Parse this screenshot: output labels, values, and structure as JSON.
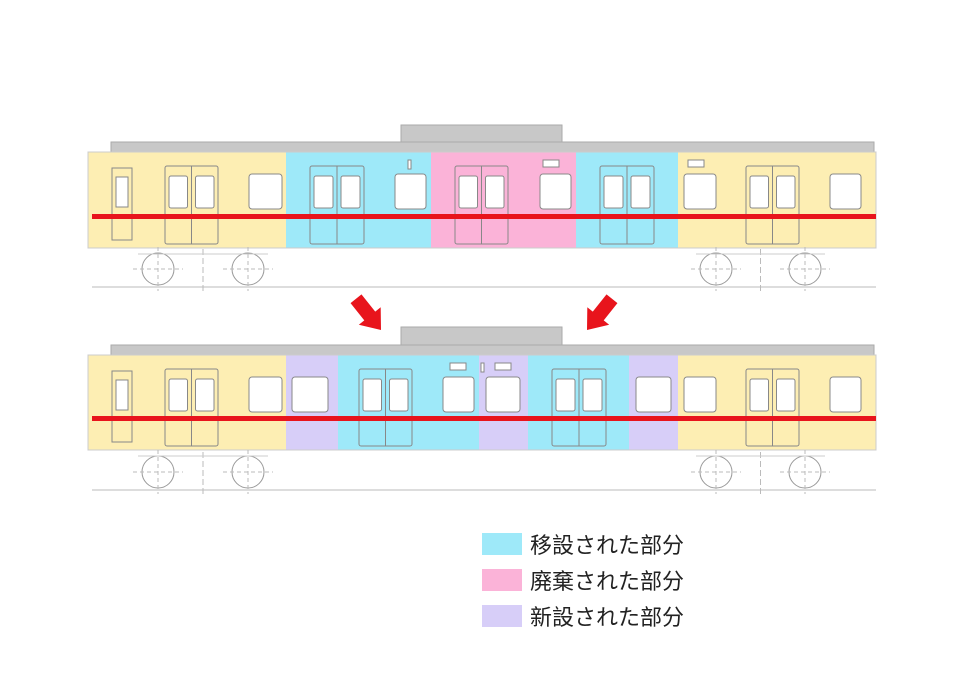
{
  "colors": {
    "cream": "#fdeeb3",
    "moved": "#9ee9f9",
    "removed": "#fbb3d8",
    "new": "#d7cef8",
    "stripe": "#e8141c",
    "arrow": "#e8141c",
    "roof": "#c8c8c8",
    "outline": "#888888"
  },
  "legend": [
    {
      "label": "移設された部分",
      "color": "#9ee9f9"
    },
    {
      "label": "廃棄された部分",
      "color": "#fbb3d8"
    },
    {
      "label": "新設された部分",
      "color": "#d7cef8"
    }
  ],
  "cars": [
    {
      "name": "before",
      "sections": [
        "cream",
        "moved",
        "removed",
        "moved",
        "cream"
      ]
    },
    {
      "name": "after",
      "sections": [
        "cream",
        "new",
        "moved",
        "new",
        "moved",
        "new",
        "cream"
      ]
    }
  ],
  "arrows": [
    {
      "name": "left",
      "direction": "down-right"
    },
    {
      "name": "right",
      "direction": "down-left"
    }
  ]
}
